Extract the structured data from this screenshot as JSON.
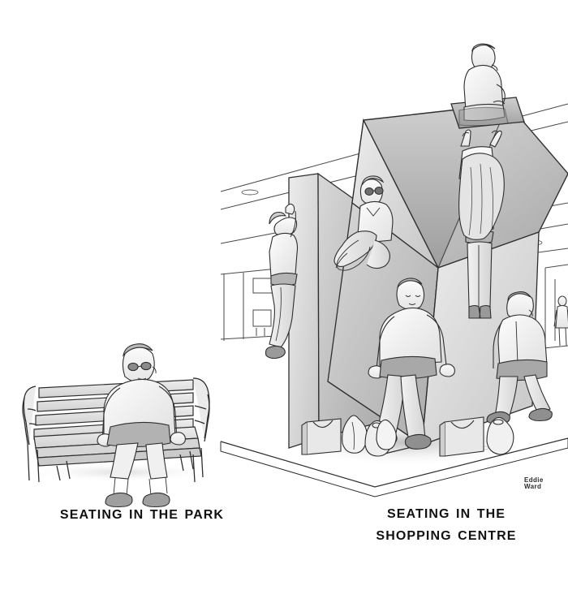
{
  "artwork": {
    "title": "Seating in the Park / Seating in the Shopping Centre",
    "medium": "pencil line drawing cartoon",
    "background_color": "#ffffff",
    "ink_color": "#1a1a1a",
    "shade_color": "#b9b9b9"
  },
  "panels": {
    "left": {
      "caption_line_1": "Seating in the Park",
      "scene": "man in glasses seated on a slatted park bench"
    },
    "right": {
      "caption_line_1": "Seating in the",
      "caption_line_2": "Shopping Centre",
      "scene": "angular concrete sculpture in a shopping mall with shoppers perched and clinging to it"
    }
  },
  "signature": {
    "line_1": "Eddie",
    "line_2": "Ward"
  },
  "figures": [
    {
      "id": "park-sitter",
      "label": "man with glasses on bench"
    },
    {
      "id": "apex-phone-man",
      "label": "man on top apex using phone"
    },
    {
      "id": "hanging-woman",
      "label": "long-haired woman hanging with arms raised"
    },
    {
      "id": "wedge-woman",
      "label": "woman in sunglasses wedged in the V gap"
    },
    {
      "id": "climbing-woman",
      "label": "woman clinging to left vertical slab"
    },
    {
      "id": "centre-man",
      "label": "man sitting on sloped centre edge"
    },
    {
      "id": "right-man",
      "label": "man in jacket perched on right edge"
    },
    {
      "id": "background-shopper",
      "label": "distant shopper in mall"
    }
  ],
  "props": {
    "shopping_bags": 6,
    "bench_back_slats": 4,
    "bench_seat_slats": 3,
    "ceiling_downlights": 3
  }
}
